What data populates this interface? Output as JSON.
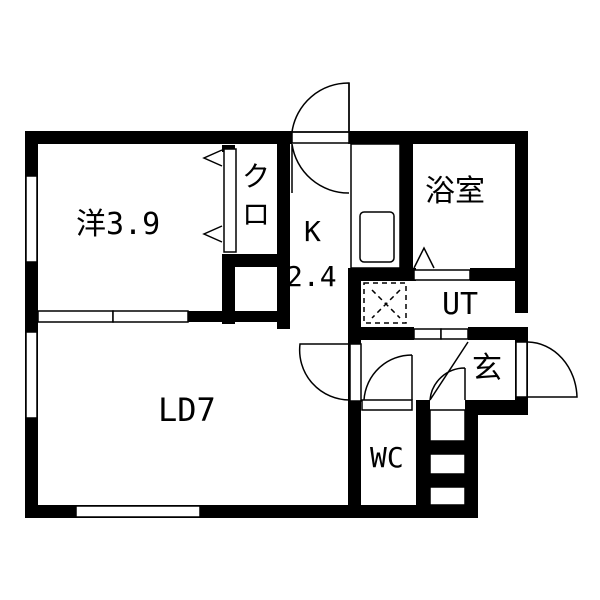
{
  "floorplan": {
    "rooms": [
      {
        "id": "western-room",
        "label": "洋3.9",
        "type": "Western-style room",
        "size_jo": "3.9"
      },
      {
        "id": "closet",
        "label": "クロ",
        "type": "Closet"
      },
      {
        "id": "kitchen",
        "label_line1": "K",
        "label_line2": "2.4",
        "type": "Kitchen",
        "size_jo": "2.4"
      },
      {
        "id": "bathroom",
        "label": "浴室",
        "type": "Bathroom"
      },
      {
        "id": "utility",
        "label": "UT",
        "type": "Utility"
      },
      {
        "id": "entrance",
        "label": "玄",
        "type": "Entrance"
      },
      {
        "id": "living-dining",
        "label": "LD7",
        "type": "Living Dining",
        "size_jo": "7"
      },
      {
        "id": "toilet",
        "label": "WC",
        "type": "Toilet"
      }
    ],
    "colors": {
      "wall": "#000000",
      "background": "#ffffff",
      "line": "#000000"
    }
  }
}
